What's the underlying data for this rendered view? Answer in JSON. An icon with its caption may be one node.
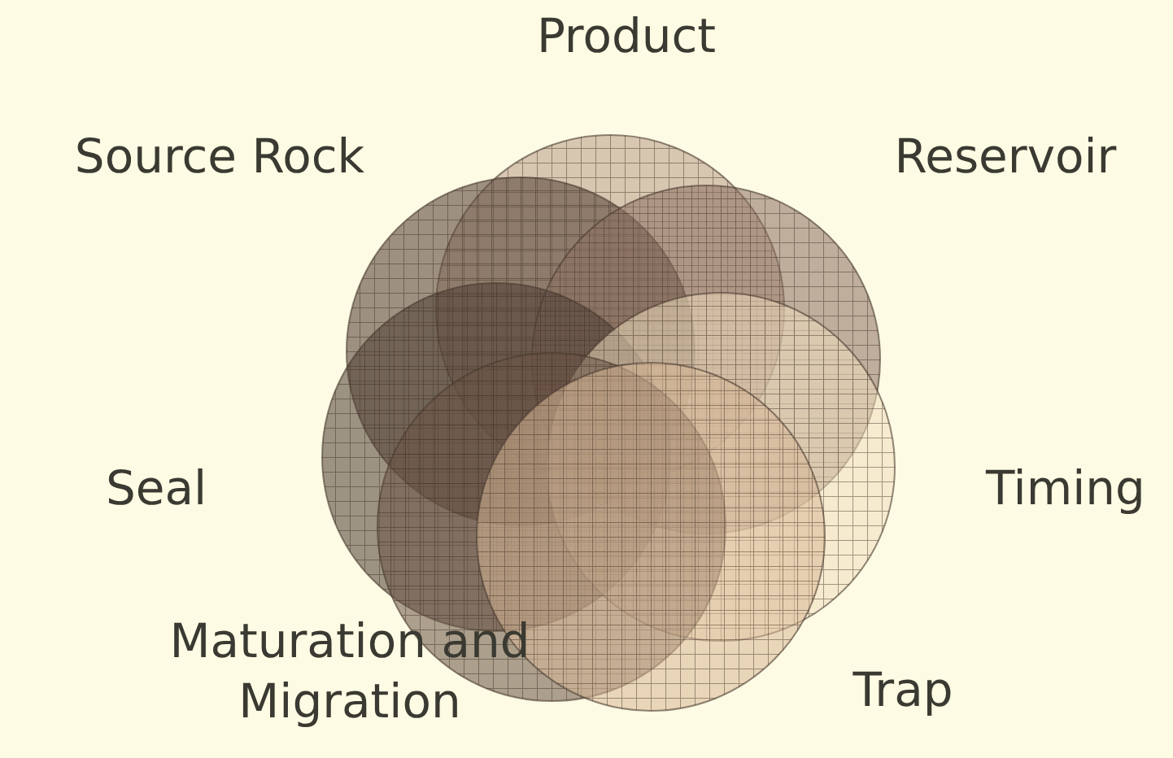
{
  "diagram": {
    "nodes": [
      {
        "text": [
          "Product"
        ]
      },
      {
        "text": [
          "Source Rock"
        ]
      },
      {
        "text": [
          "Reservoir"
        ]
      },
      {
        "text": [
          "Seal"
        ]
      },
      {
        "text": [
          "Timing"
        ]
      },
      {
        "text": [
          "Maturation and Migration"
        ]
      },
      {
        "text": [
          "Trap"
        ]
      }
    ]
  }
}
